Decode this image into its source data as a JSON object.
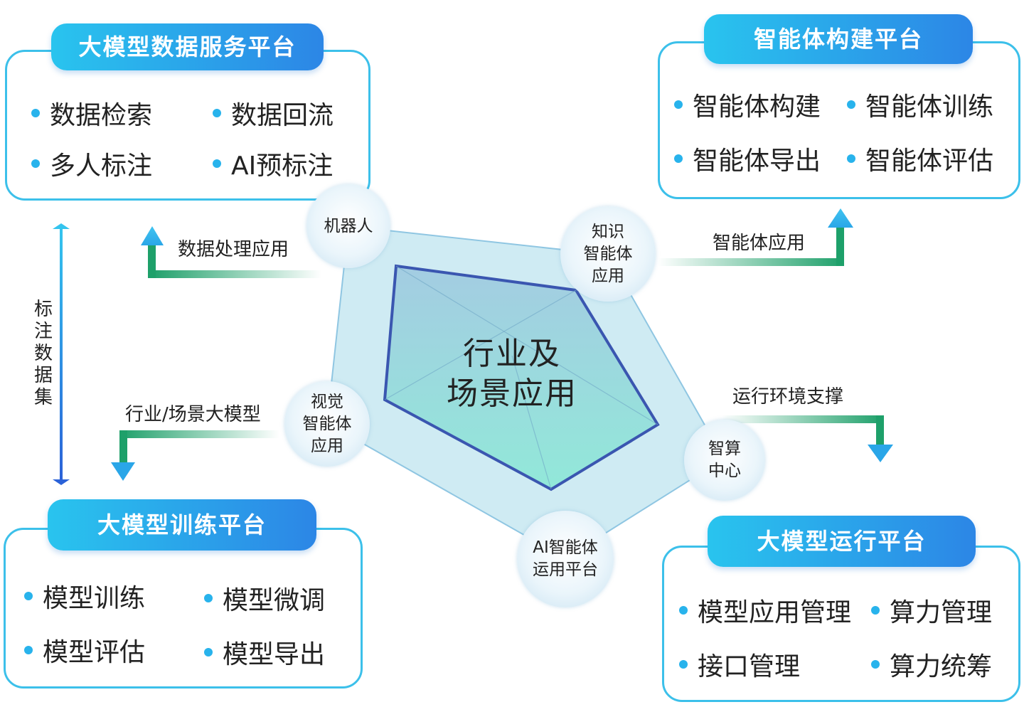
{
  "center": {
    "line1": "行业及",
    "line2": "场景应用"
  },
  "nodes": {
    "robot": "机器人",
    "knowledge_agent": "知识\n智能体\n应用",
    "compute_center": "智算\n中心",
    "ai_agent_platform": "AI智能体\n运用平台",
    "vision_agent": "视觉\n智能体\n应用"
  },
  "flows": {
    "data_processing": "数据处理应用",
    "agent_application": "智能体应用",
    "runtime_support": "运行环境支撑",
    "industry_model": "行业/场景大模型"
  },
  "side_label": "标注数据集",
  "panels": {
    "data_service": {
      "title": "大模型数据服务平台",
      "items": [
        "数据检索",
        "数据回流",
        "多人标注",
        "AI预标注"
      ]
    },
    "agent_build": {
      "title": "智能体构建平台",
      "items": [
        "智能体构建",
        "智能体训练",
        "智能体导出",
        "智能体评估"
      ]
    },
    "training": {
      "title": "大模型训练平台",
      "items": [
        "模型训练",
        "模型微调",
        "模型评估",
        "模型导出"
      ]
    },
    "runtime": {
      "title": "大模型运行平台",
      "items": [
        "模型应用管理",
        "算力管理",
        "接口管理",
        "算力统筹"
      ]
    }
  },
  "colors": {
    "accent_blue": "#3cc0ea",
    "arrow_green": "#1ea06a",
    "arrow_blue": "#2aa6e8",
    "pentagon_outer": "#bfe4ef",
    "pentagon_inner": "#7fd9cf",
    "pentagon_edge": "#3a56b0"
  }
}
